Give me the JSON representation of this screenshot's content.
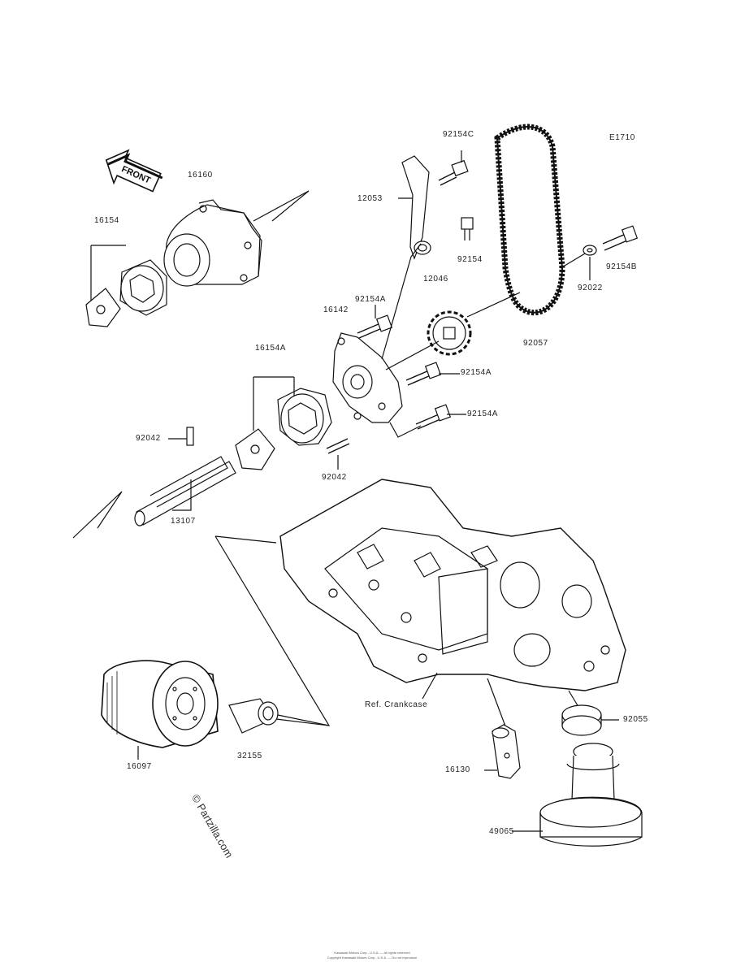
{
  "diagram": {
    "code": "E1710",
    "front_label": "FRONT",
    "watermark": "© Partzilla.com",
    "ref_crankcase": "Ref. Crankcase",
    "footer_line1": "Kawasaki Motors Corp., U.S.A. — All rights reserved",
    "footer_line2": "Copyright Kawasaki Motors Corp., U.S.A. — Do not reproduce",
    "part_labels": {
      "p16160": "16160",
      "p16154": "16154",
      "p92154C": "92154C",
      "p12053": "12053",
      "p92154": "92154",
      "p12046": "12046",
      "p92154B": "92154B",
      "p92022": "92022",
      "p92154A_1": "92154A",
      "p16142": "16142",
      "p92057": "92057",
      "p16154A": "16154A",
      "p92154A_2": "92154A",
      "p92154A_3": "92154A",
      "p92042_1": "92042",
      "p92042_2": "92042",
      "p13107": "13107",
      "p16097": "16097",
      "p32155": "32155",
      "p92055": "92055",
      "p16130": "16130",
      "p49065": "49065"
    }
  }
}
